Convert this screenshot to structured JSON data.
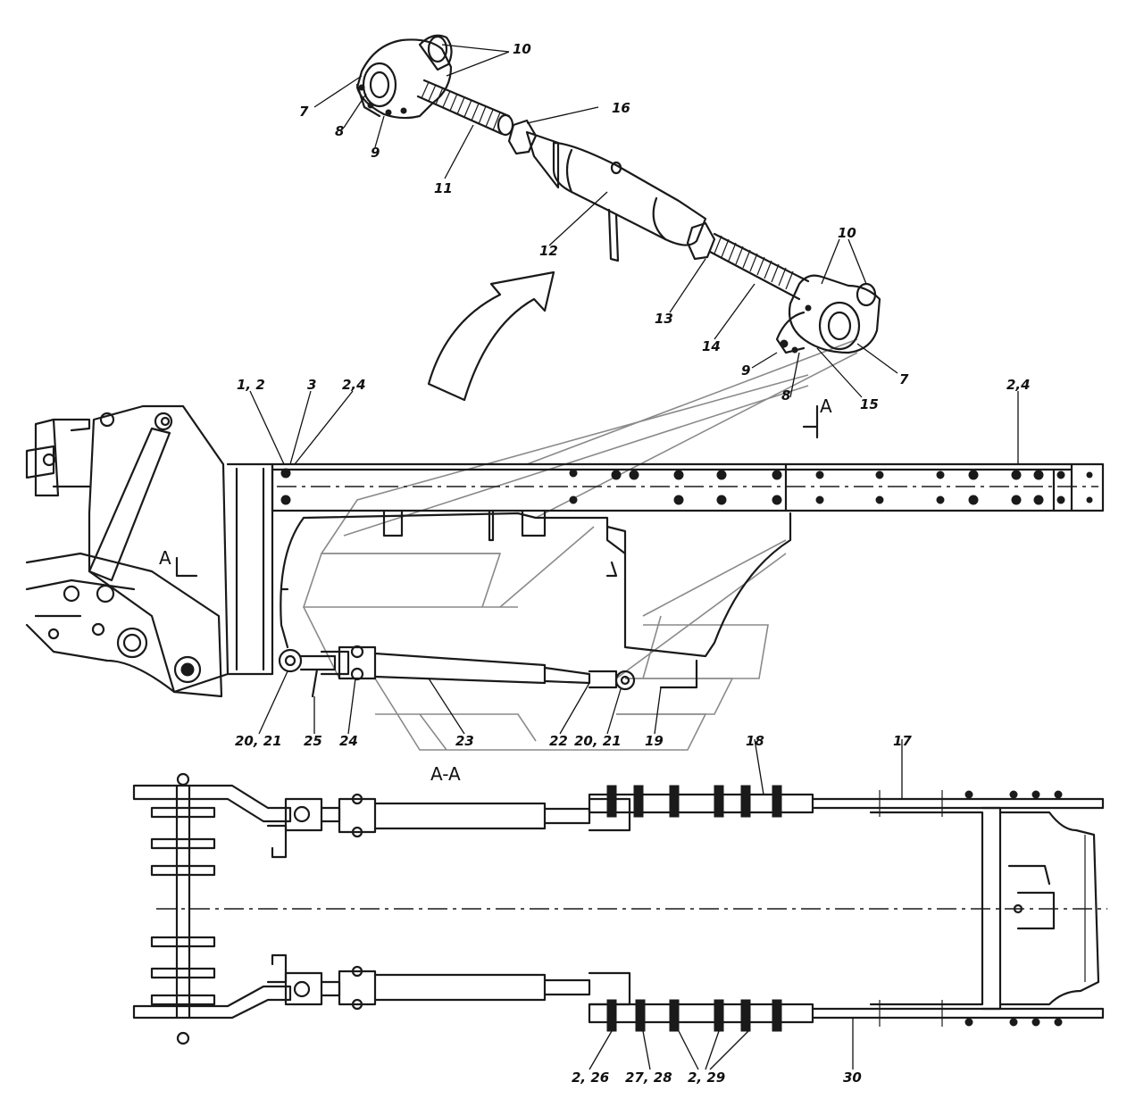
{
  "section_labels": {
    "view_marker_left": "A",
    "view_marker_top": "A",
    "section_title": "A-A"
  },
  "callouts": {
    "top": [
      "10",
      "7",
      "8",
      "9",
      "16",
      "11",
      "12"
    ],
    "right": [
      "10",
      "13",
      "14",
      "9",
      "8",
      "15",
      "7"
    ],
    "frame": [
      "1, 2",
      "3",
      "2,4",
      "2,4"
    ],
    "lower": [
      "20, 21",
      "25",
      "24",
      "23",
      "22",
      "20, 21",
      "19"
    ],
    "plan": [
      "18",
      "17",
      "2, 26",
      "27, 28",
      "2, 29",
      "30"
    ]
  }
}
